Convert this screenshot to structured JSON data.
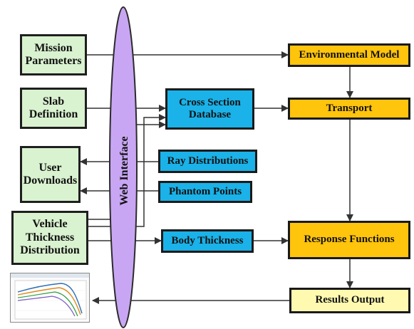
{
  "web_interface": {
    "label": "Web Interface"
  },
  "inputs": {
    "mission_parameters": "Mission\nParameters",
    "slab_definition": "Slab\nDefinition",
    "user_downloads": "User\nDownloads",
    "vehicle_thickness": "Vehicle\nThickness\nDistribution"
  },
  "middle": {
    "cross_section_database": "Cross Section\nDatabase",
    "ray_distributions": "Ray Distributions",
    "phantom_points": "Phantom Points",
    "body_thickness": "Body Thickness"
  },
  "right": {
    "environmental_model": "Environmental Model",
    "transport": "Transport",
    "response_functions": "Response Functions",
    "results_output": "Results Output"
  },
  "colors": {
    "input_fill": "#d9f2d0",
    "middle_fill": "#1ab2e8",
    "process_fill": "#ffc40c",
    "output_fill": "#fffab0",
    "ellipse_fill": "#c9a6f4"
  }
}
